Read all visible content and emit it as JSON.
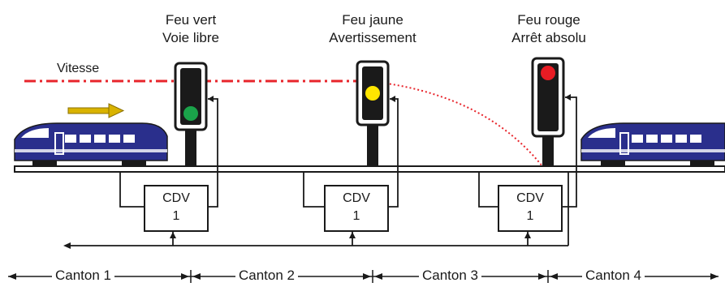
{
  "signals": [
    {
      "name": "Feu vert",
      "meaning": "Voie libre",
      "lamp_color": "#1aa34a"
    },
    {
      "name": "Feu jaune",
      "meaning": "Avertissement",
      "lamp_color": "#ffe600"
    },
    {
      "name": "Feu rouge",
      "meaning": "Arrêt absolu",
      "lamp_color": "#e81c24"
    }
  ],
  "speed_label": "Vitesse",
  "speed_line_color": "#e8242b",
  "cdv": [
    {
      "line1": "CDV",
      "line2": "1"
    },
    {
      "line1": "CDV",
      "line2": "1"
    },
    {
      "line1": "CDV",
      "line2": "1"
    }
  ],
  "cantons": [
    "Canton 1",
    "Canton 2",
    "Canton 3",
    "Canton 4"
  ],
  "train_color": "#2a2f8c",
  "arrow_color": "#d9b300"
}
